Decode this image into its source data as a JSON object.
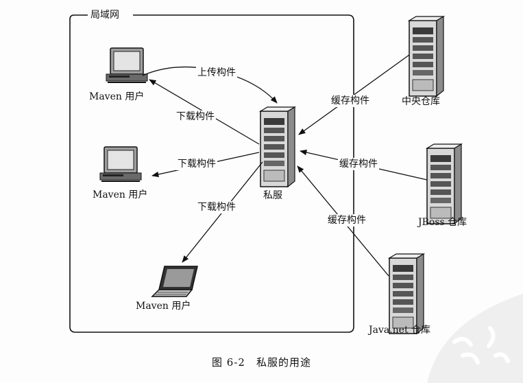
{
  "lan": {
    "label": "局域网"
  },
  "private_server": {
    "label": "私服"
  },
  "users": [
    {
      "label": "Maven 用户"
    },
    {
      "label": "Maven 用户"
    },
    {
      "label": "Maven 用户"
    }
  ],
  "repositories": [
    {
      "label": "中央仓库"
    },
    {
      "label": "JBoss 仓库"
    },
    {
      "label": "Java.net 仓库"
    }
  ],
  "edges": {
    "upload": "上传构件",
    "download_1": "下载构件",
    "download_2": "下载构件",
    "download_3": "下载构件",
    "cache_central": "缓存构件",
    "cache_jboss": "缓存构件",
    "cache_javanet": "缓存构件"
  },
  "caption": "图 6-2　私服的用途"
}
